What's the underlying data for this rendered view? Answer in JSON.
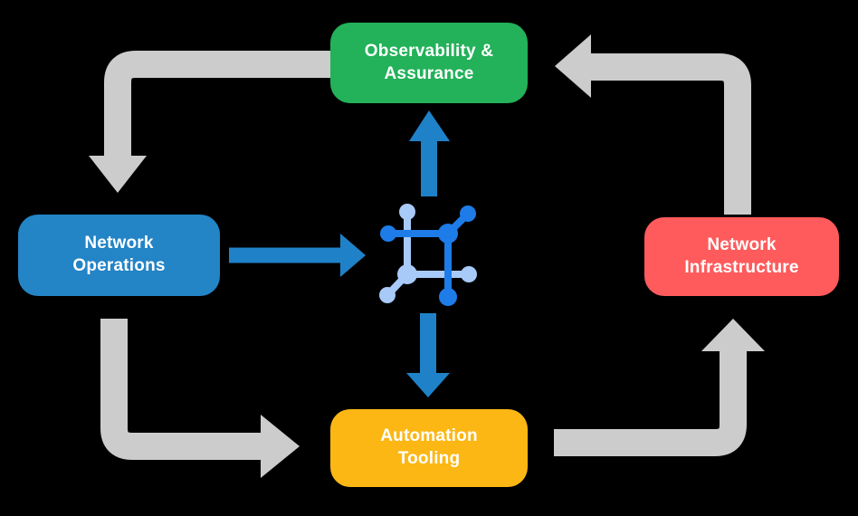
{
  "diagram": {
    "background_color": "#000000",
    "nodes": [
      {
        "id": "observability-assurance",
        "lines": [
          "Observability &",
          "Assurance"
        ],
        "color": "#23B159",
        "text_color": "#FFFFFF"
      },
      {
        "id": "network-operations",
        "lines": [
          "Network",
          "Operations"
        ],
        "color": "#2384C6",
        "text_color": "#FFFFFF"
      },
      {
        "id": "network-infrastructure",
        "lines": [
          "Network",
          "Infrastructure"
        ],
        "color": "#FF5B5C",
        "text_color": "#FFFFFF"
      },
      {
        "id": "automation-tooling",
        "lines": [
          "Automation",
          "Tooling"
        ],
        "color": "#FCB714",
        "text_color": "#FFFFFF"
      }
    ],
    "center_icon": {
      "name": "network-mesh-icon",
      "primary_color": "#1E7CE8",
      "secondary_color": "#A8CAF8"
    },
    "arrows": {
      "cycle_color": "#CCCCCC",
      "flow_color": "#1F82C8",
      "cycle": [
        {
          "from": "observability-assurance",
          "to": "network-operations"
        },
        {
          "from": "network-operations",
          "to": "automation-tooling"
        },
        {
          "from": "automation-tooling",
          "to": "network-infrastructure"
        },
        {
          "from": "network-infrastructure",
          "to": "observability-assurance"
        }
      ],
      "flows": [
        {
          "from": "network-operations",
          "to": "center-icon"
        },
        {
          "from": "center-icon",
          "to": "observability-assurance"
        },
        {
          "from": "center-icon",
          "to": "automation-tooling"
        }
      ]
    }
  }
}
